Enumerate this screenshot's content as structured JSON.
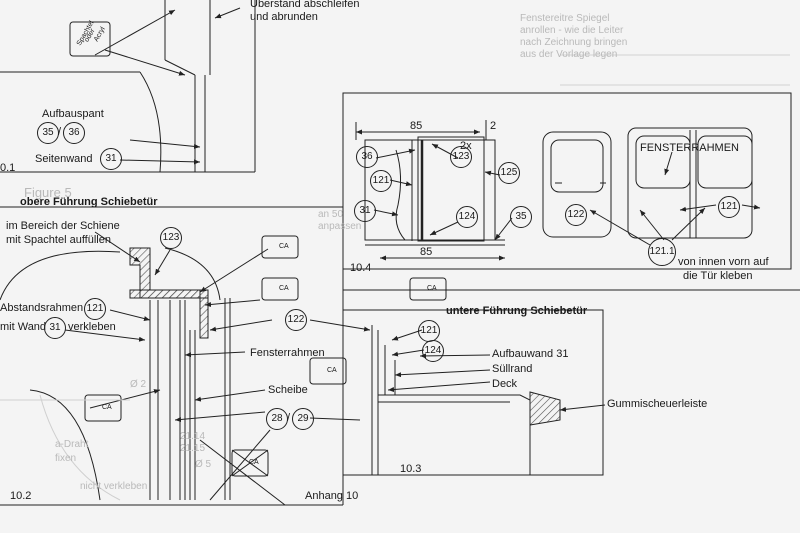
{
  "page": {
    "paper_color": "#f4f4f4",
    "ink_color": "#1a1a1a",
    "appendix_label": "Anhang 10",
    "faded_text": [
      "Fenstereitre Spiegel",
      "anrollen - wie die Leiter",
      "nach Zeichnung bringen",
      "aus der Vorlage legen",
      "Figure 5",
      "an 50",
      "anpassen",
      "Ø 2",
      "a-Draht",
      "fixen",
      "nicht verkleben",
      "21.14",
      "21.15",
      "Ø 5"
    ]
  },
  "detail_top_left": {
    "note": "Überstand abschleifen\nund abrunden",
    "label_aufbauspant": "Aufbauspant",
    "part_35": "35",
    "part_36": "36",
    "label_seitenwand": "Seitenwand",
    "part_31": "31",
    "figure_number": "0.1",
    "stamp_words": [
      "Spachtel",
      "oder",
      "Acryl"
    ]
  },
  "detail_10_2": {
    "heading": "obere Führung Schiebetür",
    "note_line1": "im Bereich der Schiene",
    "note_line2": "mit Spachtel auffüllen",
    "part_123": "123",
    "label_abstandsrahmen": "Abstandsrahmen",
    "part_121": "121",
    "label_mit_wand": "mit Wand",
    "part_31": "31",
    "label_verkleben": "verkleben",
    "part_122": "122",
    "label_fensterrahmen": "Fensterrahmen",
    "label_scheibe": "Scheibe",
    "part_28": "28",
    "part_29": "29",
    "figure_number": "10.2"
  },
  "detail_10_4": {
    "dim_top": "85",
    "dim_gap": "2",
    "count_2x": "2x",
    "part_123": "123",
    "part_36": "36",
    "part_121": "121",
    "part_125": "125",
    "part_31": "31",
    "part_124": "124",
    "part_35": "35",
    "dim_bottom": "85",
    "figure_number": "10.4",
    "part_122": "122",
    "label_fensterrahmen": "FENSTERRAHMEN",
    "part_121_right": "121",
    "part_121_1": "121.1",
    "note_line1": "von innen vorn auf",
    "note_line2": "die Tür kleben"
  },
  "detail_10_3": {
    "heading": "untere Führung Schiebetür",
    "part_121": "121",
    "part_124": "124",
    "label_aufbauwand": "Aufbauwand 31",
    "label_suellrand": "Süllrand",
    "label_deck": "Deck",
    "label_gummi": "Gummischeuerleiste",
    "figure_number": "10.3"
  },
  "stamps": {
    "glue_text": "CA"
  }
}
